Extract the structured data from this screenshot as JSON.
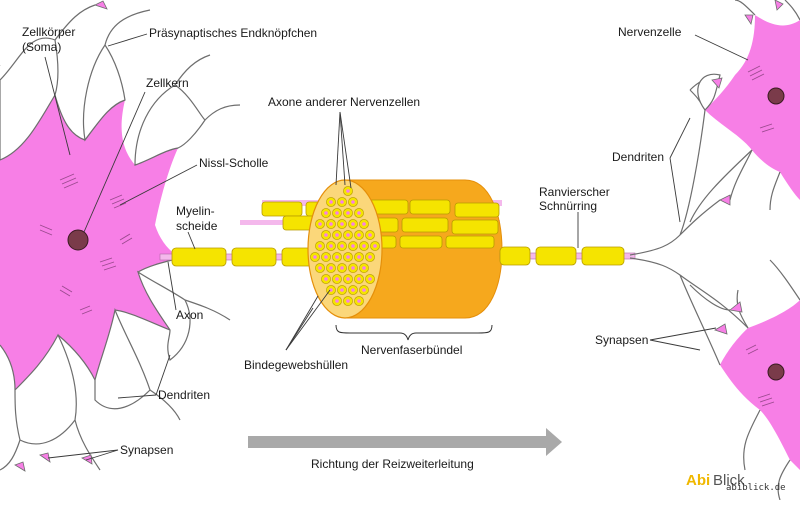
{
  "colors": {
    "soma": "#f77fe6",
    "soma_outline": "#6e6e6e",
    "myelin": "#f5e400",
    "myelin_outline": "#b79b00",
    "bundle": "#f6a81d",
    "bundle_dark": "#e58f0a",
    "nucleus": "#7a3b4a",
    "arrow": "#a9a9a9",
    "leader": "#3a3a3a"
  },
  "labels": {
    "zellkoerper_1": "Zellkörper",
    "zellkoerper_2": "(Soma)",
    "endknoepfchen": "Präsynaptisches Endknöpfchen",
    "zellkern": "Zellkern",
    "nissl": "Nissl-Scholle",
    "myelin_1": "Myelin-",
    "myelin_2": "scheide",
    "axon": "Axon",
    "dendriten_left": "Dendriten",
    "synapsen_left": "Synapsen",
    "axone_anderer": "Axone anderer Nervenzellen",
    "bindegewebe": "Bindegewebshüllen",
    "nervenfaserbuendel": "Nervenfaserbündel",
    "ranvier_1": "Ranvierscher",
    "ranvier_2": "Schnürring",
    "nervenzelle": "Nervenzelle",
    "dendriten_right": "Dendriten",
    "synapsen_right": "Synapsen",
    "richtung": "Richtung der Reizweiterleitung"
  },
  "branding": {
    "logo_part1": "Abi",
    "logo_part2": "Blick",
    "url": "abiblick.de"
  }
}
